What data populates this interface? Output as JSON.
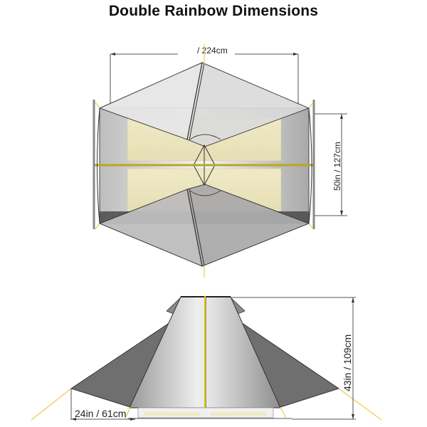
{
  "title": "Double Rainbow Dimensions",
  "top_view": {
    "width_label": "/ 224cm",
    "depth_label": "50in / 127cm"
  },
  "side_view": {
    "height_label": "43in / 109cm",
    "vestibule_label": "24in / 61cm"
  },
  "colors": {
    "guyline": "#f2c94c",
    "pole": "#b8a820",
    "floor": "#eeeac4",
    "fabric_light": "#dcdcdc",
    "fabric_dark": "#6f6f6f",
    "outline": "#333333"
  }
}
